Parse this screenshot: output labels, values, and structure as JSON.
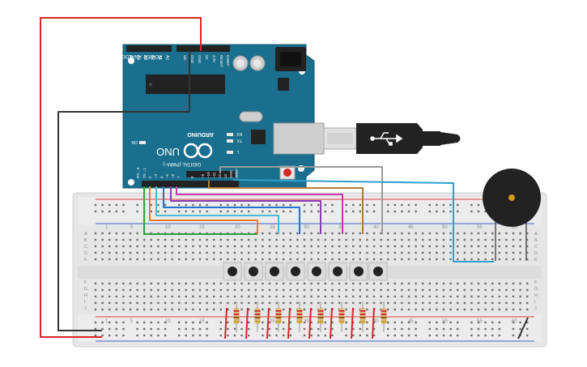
{
  "board": {
    "brand": "ARDUINO",
    "model": "UNO",
    "power_label": "POWER",
    "analog_label": "ANALOG IN",
    "digital_label": "DIGITAL (PWM~)",
    "power_pins": [
      "IOREF",
      "RESET",
      "3.3V",
      "5V",
      "GND",
      "GND",
      "Vin"
    ],
    "analog_pins": [
      "A0",
      "A1",
      "A2",
      "A3",
      "A4",
      "A5"
    ],
    "digital_pins": [
      "AREF",
      "GND",
      "13",
      "12",
      "~11",
      "~10",
      "~9",
      "8",
      "7",
      "~6",
      "~5",
      "4",
      "~3",
      "2",
      "TX→1",
      "RX←0"
    ],
    "led_labels": [
      "RX",
      "TX",
      "L",
      "ON"
    ]
  },
  "breadboard": {
    "column_numbers": [
      "1",
      "5",
      "10",
      "15",
      "20",
      "25",
      "30",
      "35",
      "40",
      "45",
      "50",
      "55",
      "60"
    ],
    "row_letters_top": [
      "A",
      "B",
      "C",
      "D",
      "E"
    ],
    "row_letters_bottom": [
      "F",
      "G",
      "H",
      "I",
      "J"
    ]
  },
  "colors": {
    "board": "#1a6f8e",
    "red_wire": "#d8262a",
    "black_wire": "#333333",
    "green_wire": "#2ea043",
    "orange_wire": "#f07b1c",
    "lightblue_wire": "#4fb8d8",
    "blue_wire": "#2274c8",
    "purple_wire": "#8a3ab9",
    "magenta_wire": "#c738a8",
    "brown_wire": "#b07a3a",
    "gray_wire": "#9a9a9a",
    "cyan_wire": "#2ea0d0"
  }
}
